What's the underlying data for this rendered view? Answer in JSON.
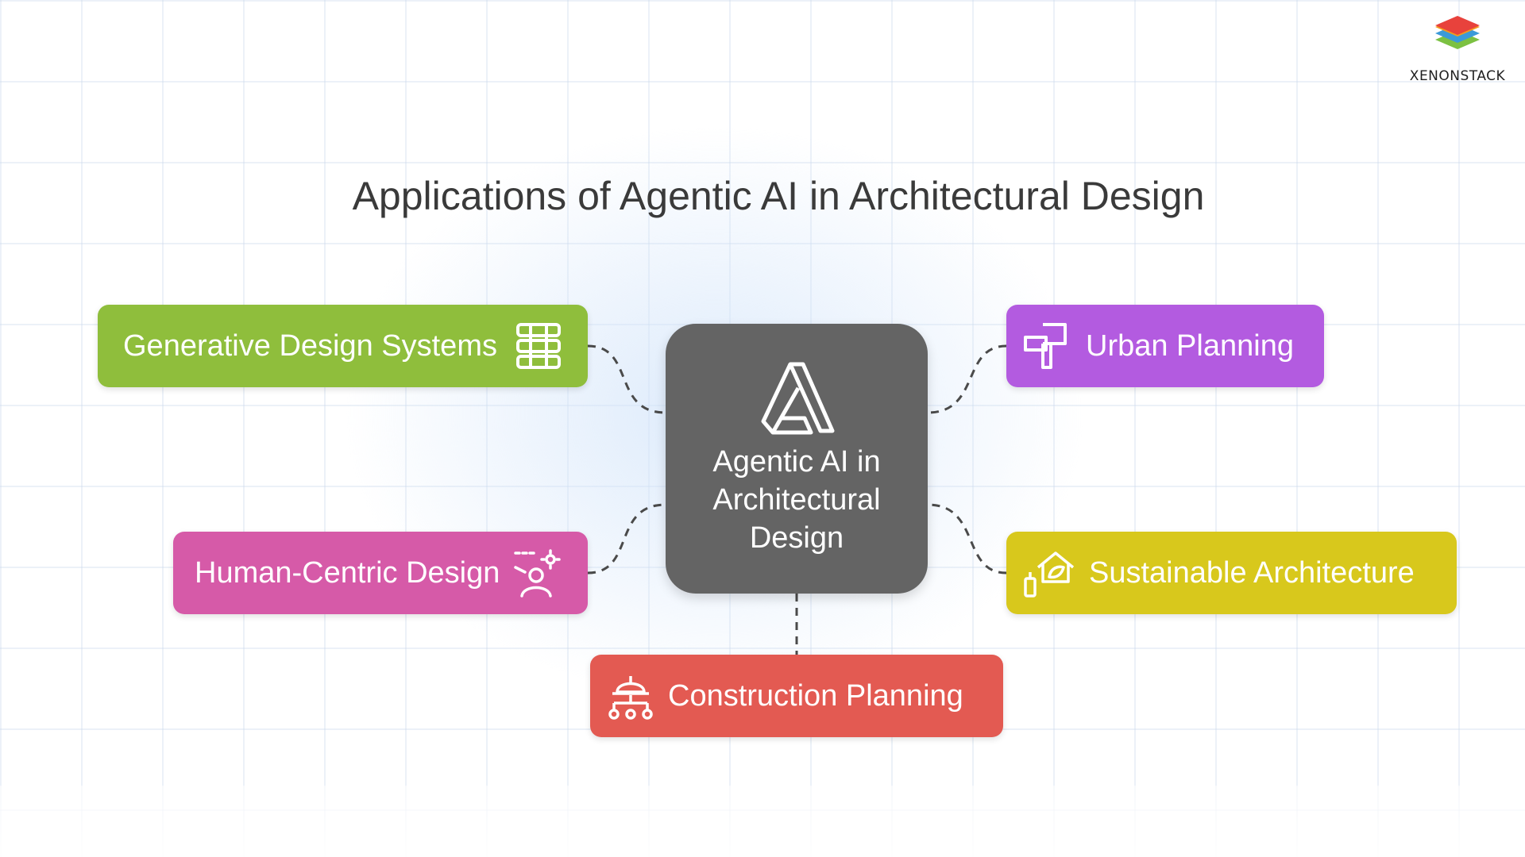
{
  "logo": {
    "text": "XENONSTACK",
    "icon": "layered-stack-logo"
  },
  "title": "Applications of Agentic AI in Architectural Design",
  "center": {
    "label": "Agentic AI in Architectural Design",
    "icon": "architecture-a-icon",
    "color": "#646464"
  },
  "nodes": {
    "generative": {
      "label": "Generative Design Systems",
      "icon": "layers-icon",
      "color": "#8fbe3c"
    },
    "human": {
      "label": "Human-Centric Design",
      "icon": "person-sun-icon",
      "color": "#d65aa8"
    },
    "urban": {
      "label": "Urban Planning",
      "icon": "signpost-icon",
      "color": "#b35be0"
    },
    "sustainable": {
      "label": "Sustainable Architecture",
      "icon": "eco-house-icon",
      "color": "#d8c81c"
    },
    "construction": {
      "label": "Construction Planning",
      "icon": "hardhat-network-icon",
      "color": "#e35a52"
    }
  }
}
